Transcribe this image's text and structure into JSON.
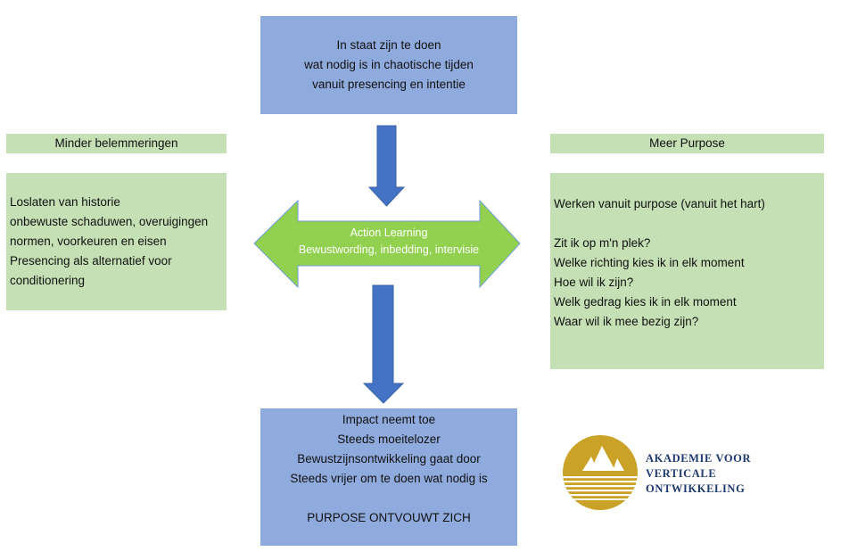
{
  "top_box": {
    "lines": [
      "In staat zijn te doen",
      "wat nodig is in chaotische tijden",
      "vanuit presencing en intentie"
    ]
  },
  "left_panel": {
    "header": "Minder belemmeringen",
    "lines": [
      "Loslaten van historie",
      "onbewuste schaduwen, overuigingen",
      "normen, voorkeuren en eisen",
      "Presencing als alternatief voor",
      "conditionering"
    ]
  },
  "right_panel": {
    "header": "Meer Purpose",
    "lines": [
      "Werken vanuit purpose (vanuit het hart)",
      "",
      "Zit ik op m'n plek?",
      "Welke richting kies ik in elk moment",
      "Hoe wil ik zijn?",
      "Welk gedrag kies ik in elk moment",
      "Waar wil ik mee bezig zijn?"
    ]
  },
  "center_arrow": {
    "title": "Action Learning",
    "subtitle": "Bewustwording, inbedding, intervisie"
  },
  "bottom_box": {
    "lines": [
      "Impact neemt toe",
      "Steeds moeitelozer",
      "Bewustzijnsontwikkeling gaat door",
      "Steeds vrijer om te doen wat nodig is",
      "",
      "PURPOSE ONTVOUWT ZICH"
    ]
  },
  "logo": {
    "lines": [
      "AKADEMIE VOOR",
      "VERTICALE",
      "ONTWIKKELING"
    ]
  },
  "colors": {
    "blue_box": "#8faadc",
    "blue_arrow": "#4472c4",
    "green_box": "#c5e0b4",
    "green_arrow": "#92d050",
    "logo_gold": "#c9a227",
    "logo_navy": "#1f3a6e"
  }
}
